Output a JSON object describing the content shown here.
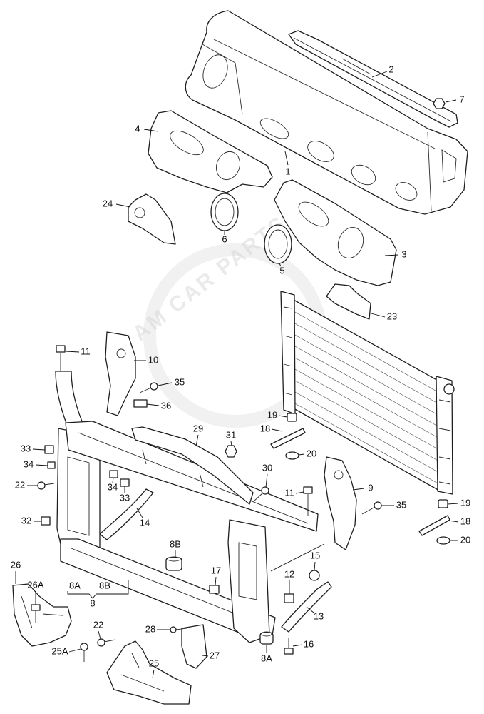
{
  "diagram": {
    "watermark": "AM CAR PARTS®",
    "callouts": [
      "2",
      "7",
      "4",
      "1",
      "24",
      "6",
      "5",
      "3",
      "23",
      "11",
      "10",
      "35",
      "36",
      "29",
      "31",
      "19",
      "18",
      "20",
      "33",
      "34",
      "30",
      "22",
      "34",
      "33",
      "9",
      "11",
      "35",
      "19",
      "18",
      "20",
      "32",
      "14",
      "8B",
      "15",
      "17",
      "12",
      "26",
      "26A",
      "8A",
      "8B",
      "8",
      "13",
      "22",
      "28",
      "16",
      "25A",
      "25",
      "27",
      "8A"
    ]
  }
}
